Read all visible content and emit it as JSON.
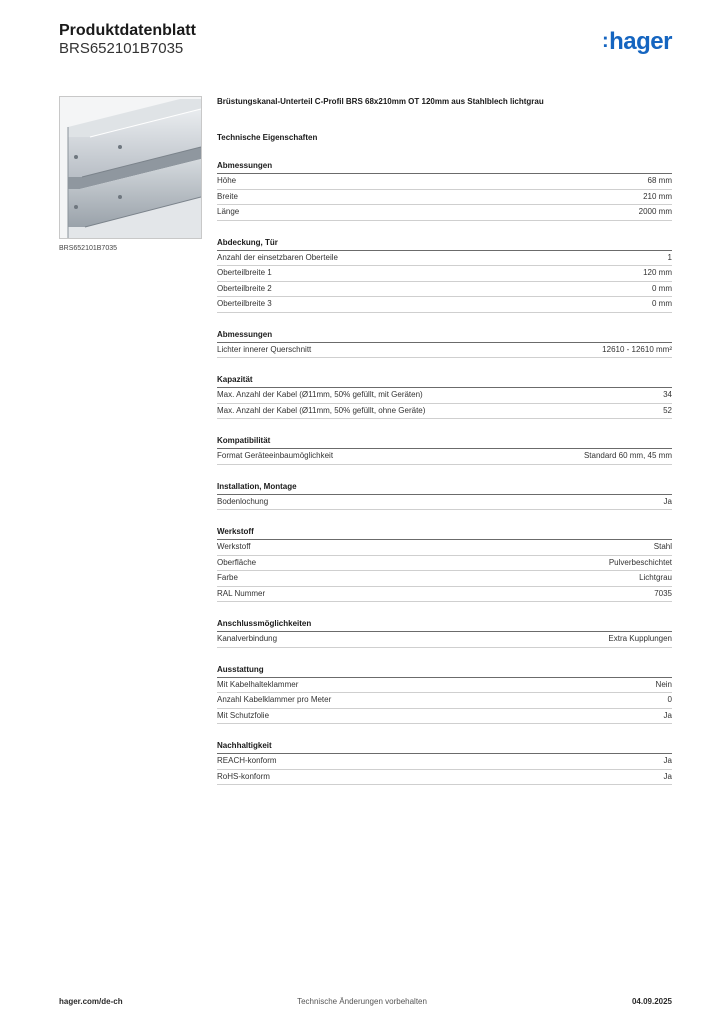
{
  "header": {
    "title": "Produktdatenblatt",
    "product_code": "BRS652101B7035",
    "logo_text": "hager",
    "logo_color": "#1565c0"
  },
  "image": {
    "caption": "BRS652101B7035"
  },
  "product_description": "Brüstungskanal-Unterteil C-Profil BRS 68x210mm OT 120mm aus Stahlblech lichtgrau",
  "section_title": "Technische Eigenschaften",
  "groups": [
    {
      "title": "Abmessungen",
      "rows": [
        {
          "label": "Höhe",
          "value": "68 mm"
        },
        {
          "label": "Breite",
          "value": "210 mm"
        },
        {
          "label": "Länge",
          "value": "2000 mm"
        }
      ]
    },
    {
      "title": "Abdeckung, Tür",
      "rows": [
        {
          "label": "Anzahl der einsetzbaren Oberteile",
          "value": "1"
        },
        {
          "label": "Oberteilbreite 1",
          "value": "120 mm"
        },
        {
          "label": "Oberteilbreite 2",
          "value": "0 mm"
        },
        {
          "label": "Oberteilbreite 3",
          "value": "0 mm"
        }
      ]
    },
    {
      "title": "Abmessungen",
      "rows": [
        {
          "label": "Lichter innerer Querschnitt",
          "value": "12610 - 12610 mm²"
        }
      ]
    },
    {
      "title": "Kapazität",
      "rows": [
        {
          "label": "Max. Anzahl der Kabel (Ø11mm, 50% gefüllt, mit Geräten)",
          "value": "34"
        },
        {
          "label": "Max. Anzahl der Kabel (Ø11mm, 50% gefüllt, ohne Geräte)",
          "value": "52"
        }
      ]
    },
    {
      "title": "Kompatibilität",
      "rows": [
        {
          "label": "Format Geräteeinbaumöglichkeit",
          "value": "Standard 60 mm, 45 mm"
        }
      ]
    },
    {
      "title": "Installation, Montage",
      "rows": [
        {
          "label": "Bodenlochung",
          "value": "Ja"
        }
      ]
    },
    {
      "title": "Werkstoff",
      "rows": [
        {
          "label": "Werkstoff",
          "value": "Stahl"
        },
        {
          "label": "Oberfläche",
          "value": "Pulverbeschichtet"
        },
        {
          "label": "Farbe",
          "value": "Lichtgrau"
        },
        {
          "label": "RAL Nummer",
          "value": "7035"
        }
      ]
    },
    {
      "title": "Anschlussmöglichkeiten",
      "rows": [
        {
          "label": "Kanalverbindung",
          "value": "Extra Kupplungen"
        }
      ]
    },
    {
      "title": "Ausstattung",
      "rows": [
        {
          "label": "Mit Kabelhalteklammer",
          "value": "Nein"
        },
        {
          "label": "Anzahl Kabelklammer pro Meter",
          "value": "0"
        },
        {
          "label": "Mit Schutzfolie",
          "value": "Ja"
        }
      ]
    },
    {
      "title": "Nachhaltigkeit",
      "rows": [
        {
          "label": "REACH-konform",
          "value": "Ja"
        },
        {
          "label": "RoHS-konform",
          "value": "Ja"
        }
      ]
    }
  ],
  "footer": {
    "website": "hager.com/de-ch",
    "notice": "Technische Änderungen vorbehalten",
    "date": "04.09.2025"
  }
}
